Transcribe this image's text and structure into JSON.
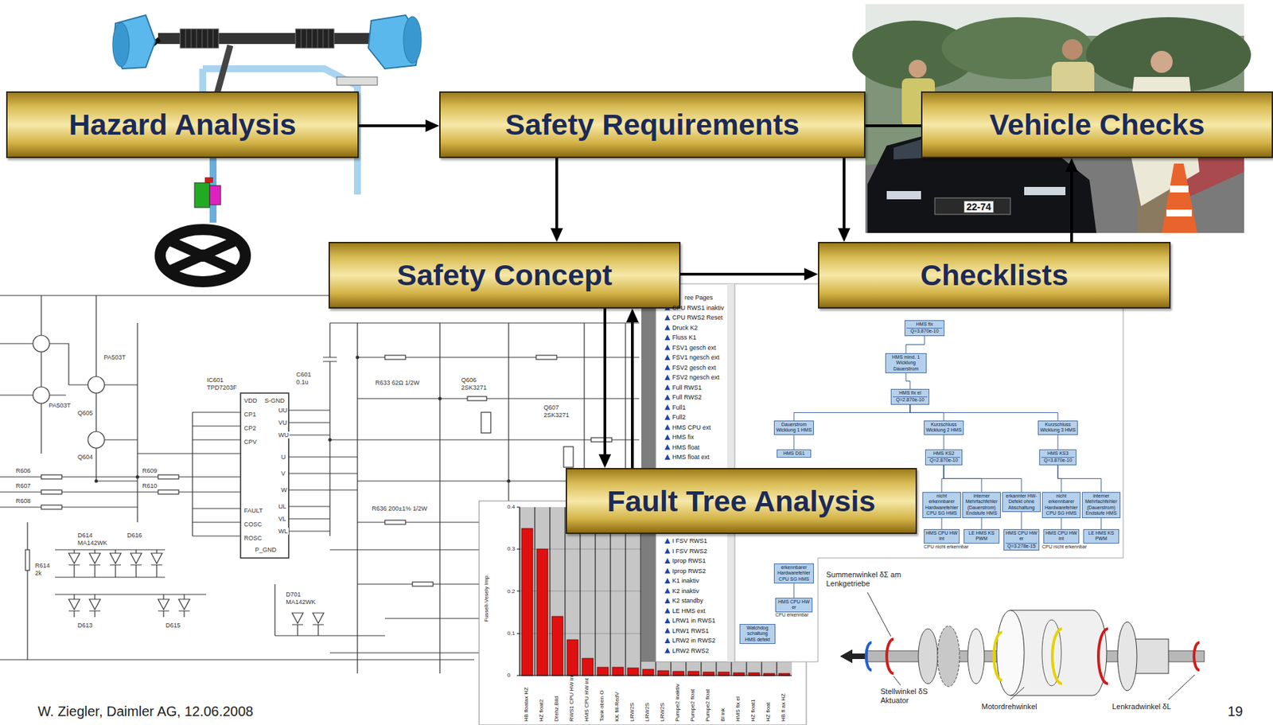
{
  "diagram": {
    "nodes": [
      {
        "text": [
          "Hazard Analysis"
        ]
      },
      {
        "text": [
          "Safety Requirements"
        ]
      },
      {
        "text": [
          "Vehicle Checks"
        ]
      },
      {
        "text": [
          "Safety Concept"
        ]
      },
      {
        "text": [
          "Checklists"
        ]
      },
      {
        "text": [
          "Fault Tree Analysis"
        ]
      },
      {
        "text": [
          "HMS fix",
          "Q=3.870e-10"
        ]
      },
      {
        "text": [
          "HMS mind. 1 Wicklung Dauerstrom"
        ]
      },
      {
        "text": [
          "HMS fix el",
          "Q=2.870e-10"
        ]
      },
      {
        "text": [
          "Dauerstrom Wicklung 1 HMS"
        ]
      },
      {
        "text": [
          "Kurzschluss Wicklung 2 HMS"
        ]
      },
      {
        "text": [
          "Kurzschluss Wicklung 3 HMS"
        ]
      },
      {
        "text": [
          "HMS DS1"
        ]
      },
      {
        "text": [
          "HMS KS2",
          "Q=2.870e-10"
        ]
      },
      {
        "text": [
          "HMS KS3",
          "Q=3.870e-10"
        ]
      },
      {
        "text": [
          "nicht erkennbarer Hardwarefehler CPU SG HMS"
        ]
      },
      {
        "text": [
          "interner Mehrfachfehler (Dauerstrom) Endstufe HMS"
        ]
      },
      {
        "text": [
          "erkannter HW-Defekt ohne Abschaltung"
        ]
      },
      {
        "text": [
          "nicht erkennbarer Hardwarefehler CPU SG HMS"
        ]
      },
      {
        "text": [
          "interner Mehrfachfehler (Dauerstrom) Endstufe HMS"
        ]
      },
      {
        "text": [
          "HMS CPU HW int"
        ]
      },
      {
        "text": [
          "LE HMS KS PWM"
        ]
      },
      {
        "text": [
          "HMS CPU HW er",
          "Q=3.278e-15"
        ]
      },
      {
        "text": [
          "HMS CPU HW int"
        ]
      },
      {
        "text": [
          "LE HMS KS PWM"
        ]
      },
      {
        "text": [
          "erkennbarer Hardwarefehler CPU SG HMS"
        ]
      },
      {
        "text": [
          "HMS CPU HW er"
        ]
      },
      {
        "text": [
          "Watchdog schaltung HMS defekt"
        ]
      }
    ],
    "edges": [
      {
        "from": 0,
        "to": 1,
        "arrow": "to"
      },
      {
        "from": 1,
        "to": 3,
        "arrow": "to"
      },
      {
        "from": 1,
        "to": 4,
        "arrow": "to"
      },
      {
        "from": 1,
        "to": 2,
        "arrow": "none"
      },
      {
        "from": 3,
        "to": 4,
        "arrow": "to"
      },
      {
        "from": 4,
        "to": 2,
        "arrow": "to"
      },
      {
        "from": 3,
        "to": 5,
        "arrow": "to"
      },
      {
        "from": 5,
        "to": 3,
        "arrow": "to"
      },
      {
        "from": 6,
        "to": 7,
        "arrow": "none"
      },
      {
        "from": 7,
        "to": 8,
        "arrow": "none"
      },
      {
        "from": 8,
        "to": 9,
        "arrow": "none"
      },
      {
        "from": 8,
        "to": 10,
        "arrow": "none"
      },
      {
        "from": 8,
        "to": 11,
        "arrow": "none"
      },
      {
        "from": 9,
        "to": 12,
        "arrow": "none"
      },
      {
        "from": 10,
        "to": 13,
        "arrow": "none"
      },
      {
        "from": 11,
        "to": 14,
        "arrow": "none"
      },
      {
        "from": 13,
        "to": 15,
        "arrow": "none"
      },
      {
        "from": 13,
        "to": 16,
        "arrow": "none"
      },
      {
        "from": 13,
        "to": 17,
        "arrow": "none"
      },
      {
        "from": 14,
        "to": 18,
        "arrow": "none"
      },
      {
        "from": 14,
        "to": 19,
        "arrow": "none"
      },
      {
        "from": 15,
        "to": 20,
        "arrow": "none"
      },
      {
        "from": 16,
        "to": 21,
        "arrow": "none"
      },
      {
        "from": 17,
        "to": 22,
        "arrow": "none"
      },
      {
        "from": 18,
        "to": 23,
        "arrow": "none"
      },
      {
        "from": 19,
        "to": 24,
        "arrow": "none"
      },
      {
        "from": 25,
        "to": 26,
        "arrow": "none"
      }
    ],
    "labels": [
      "W. Ziegler, Daimler AG, 12.06.2008",
      "19",
      "22-74",
      "IC601",
      "TPD7203F",
      "C601",
      "0.1u",
      "VDD",
      "S-GND",
      "CP1",
      "CP2",
      "CPV",
      "FAULT",
      "COSC",
      "ROSC",
      "P_GND",
      "UU",
      "VU",
      "WU",
      "U",
      "V",
      "W",
      "UL",
      "VL",
      "WL",
      "Q605",
      "Q604",
      "PA503T",
      "PA503T",
      "R606",
      "R607",
      "R608",
      "R609",
      "R610",
      "D614",
      "MA142WK",
      "D616",
      "R614",
      "2k",
      "D613",
      "D615",
      "D701",
      "MA142WK",
      "R633 62Ω 1/2W",
      "R636 200±1% 1/2W",
      "Q606",
      "2SK3271",
      "Q607",
      "2SK3271",
      "ree Pages",
      "CPU RWS1 inaktiv",
      "CPU RWS2 Reset",
      "Druck K2",
      "Fluss K1",
      "FSV1 gesch ext",
      "FSV1 ngesch ext",
      "FSV2 gesch ext",
      "FSV2 ngesch ext",
      "Full RWS1",
      "Full RWS2",
      "Full1",
      "Full2",
      "HMS CPU ext",
      "HMS fix",
      "HMS float",
      "HMS float ext",
      "I FSV RWS1",
      "I FSV RWS2",
      "Iprop RWS1",
      "Iprop RWS2",
      "K1 inaktiv",
      "K2 inaktiv",
      "K2 standby",
      "LE HMS ext",
      "LRW1 in RWS1",
      "LRW1 RWS1",
      "LRW2 in RWS2",
      "LRW2 RWS2",
      "0.4",
      "0.3",
      "0.2",
      "0.1",
      "0",
      "Fussell-Vesely Imp.",
      "HB floatax HZ",
      "HZ float2",
      "Drehz.Bild",
      "RWS1 CPU HW int",
      "HMS CPU HW int",
      "Tank oben O",
      "KK fill-RedV",
      "LRW2S",
      "LRW2S",
      "LRW2S",
      "Pumpe2 inaktiv",
      "Pumpe2 float",
      "Pumpe2 float",
      "Bl ink",
      "HMS fix el",
      "HZ float1",
      "HZ float",
      "HB fl ax HZ",
      "CPU nicht erkennbar",
      "CPU nicht erkennbar",
      "CPU erkennbar",
      "Summenwinkel δΣ am Lenkgetriebe",
      "Stellwinkel δS Aktuator",
      "Motordrehwinkel",
      "Lenkradwinkel δL"
    ]
  }
}
